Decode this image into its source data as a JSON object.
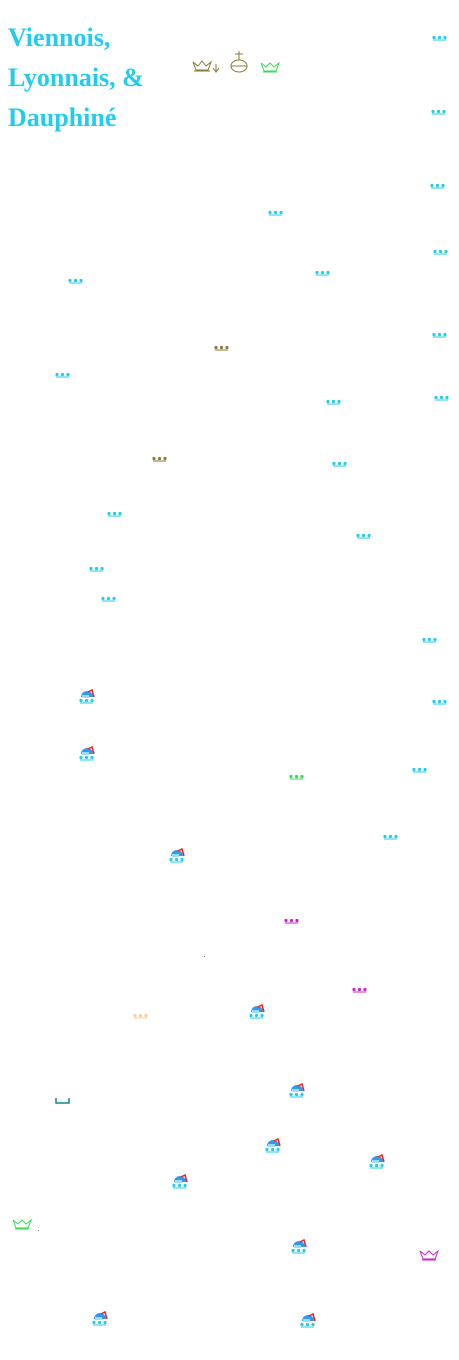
{
  "title_lines": [
    "Viennois,",
    "Lyonnais, &",
    "Dauphiné"
  ],
  "colors": {
    "title": "#22ccee",
    "cyan": "#22ccee",
    "olive": "#8b7a3a",
    "green": "#33dd55",
    "magenta": "#cc22cc",
    "peach": "#ffcc99",
    "teal": "#118888",
    "red": "#ee2222"
  },
  "header_icons": [
    {
      "name": "open-crown-arrow-icon",
      "color": "olive"
    },
    {
      "name": "orb-icon",
      "color": "olive"
    },
    {
      "name": "green-open-crown-icon",
      "color": "green"
    }
  ],
  "marker_legend": {
    "small-crown": "tiny crown mark",
    "house": "house mark",
    "open-crown": "open crown outline",
    "bracket": "bracket mark"
  }
}
